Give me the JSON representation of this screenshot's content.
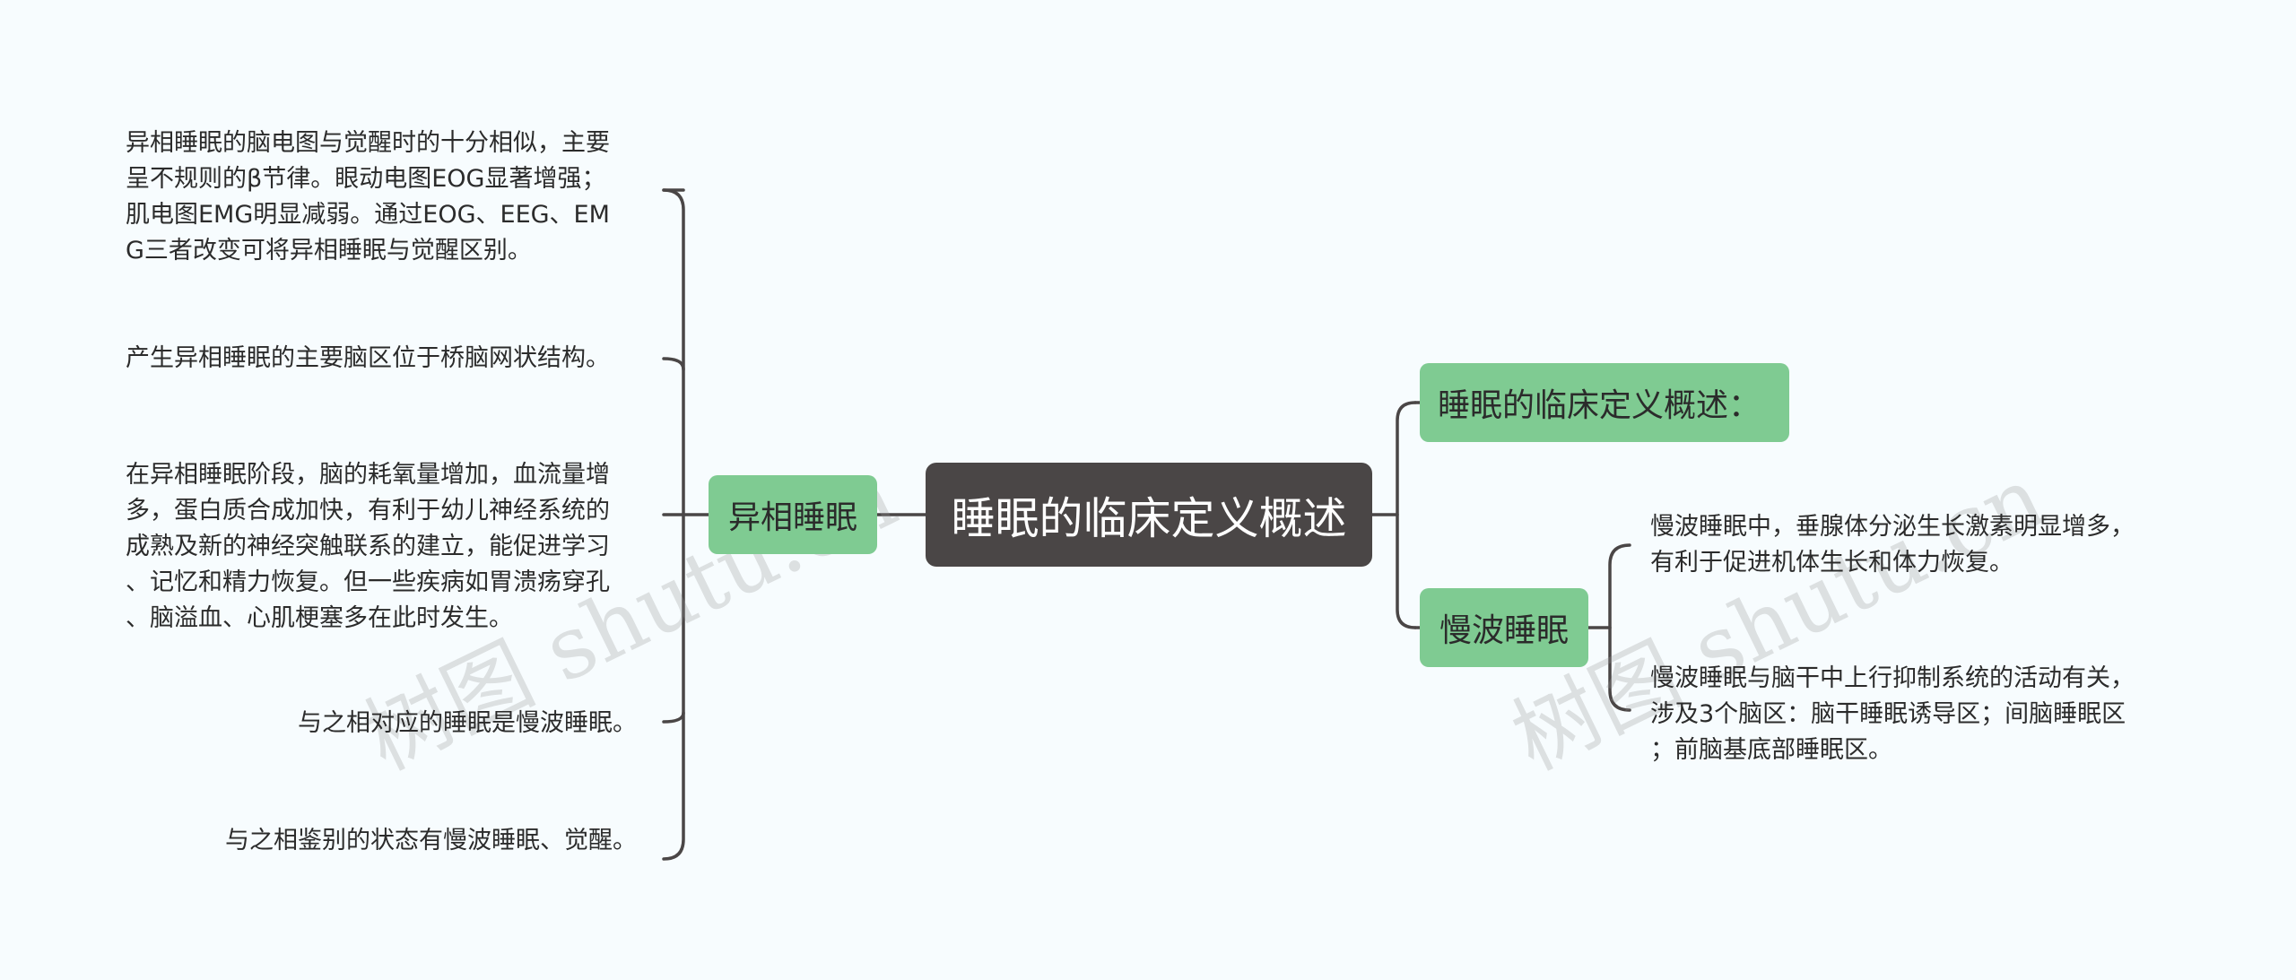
{
  "root": {
    "label": "睡眠的临床定义概述"
  },
  "left_branch": {
    "label": "异相睡眠",
    "leaves": [
      {
        "lines": [
          "异相睡眠的脑电图与觉醒时的十分相似，主要",
          "呈不规则的β节律。眼动电图EOG显著增强；",
          "肌电图EMG明显减弱。通过EOG、EEG、EM",
          "G三者改变可将异相睡眠与觉醒区别。"
        ]
      },
      {
        "lines": [
          "产生异相睡眠的主要脑区位于桥脑网状结构。"
        ]
      },
      {
        "lines": [
          "在异相睡眠阶段，脑的耗氧量增加，血流量增",
          "多，蛋白质合成加快，有利于幼儿神经系统的",
          "成熟及新的神经突触联系的建立，能促进学习",
          "、记忆和精力恢复。但一些疾病如胃溃疡穿孔",
          "、脑溢血、心肌梗塞多在此时发生。"
        ]
      },
      {
        "lines": [
          "与之相对应的睡眠是慢波睡眠。"
        ]
      },
      {
        "lines": [
          "与之相鉴别的状态有慢波睡眠、觉醒。"
        ]
      }
    ]
  },
  "right_branches": [
    {
      "label": "睡眠的临床定义概述：",
      "leaves": []
    },
    {
      "label": "慢波睡眠",
      "leaves": [
        {
          "lines": [
            "慢波睡眠中，垂腺体分泌生长激素明显增多，",
            "有利于促进机体生长和体力恢复。"
          ]
        },
        {
          "lines": [
            "慢波睡眠与脑干中上行抑制系统的活动有关，",
            "涉及3个脑区：脑干睡眠诱导区；间脑睡眠区",
            "；前脑基底部睡眠区。"
          ]
        }
      ]
    }
  ],
  "watermarks": [
    "树图 shutu.cn",
    "树图 shutu.cn"
  ],
  "colors": {
    "background": "#f7fcfe",
    "root": "#4a4646",
    "branch": "#7fcb92",
    "line": "#4a4646"
  }
}
